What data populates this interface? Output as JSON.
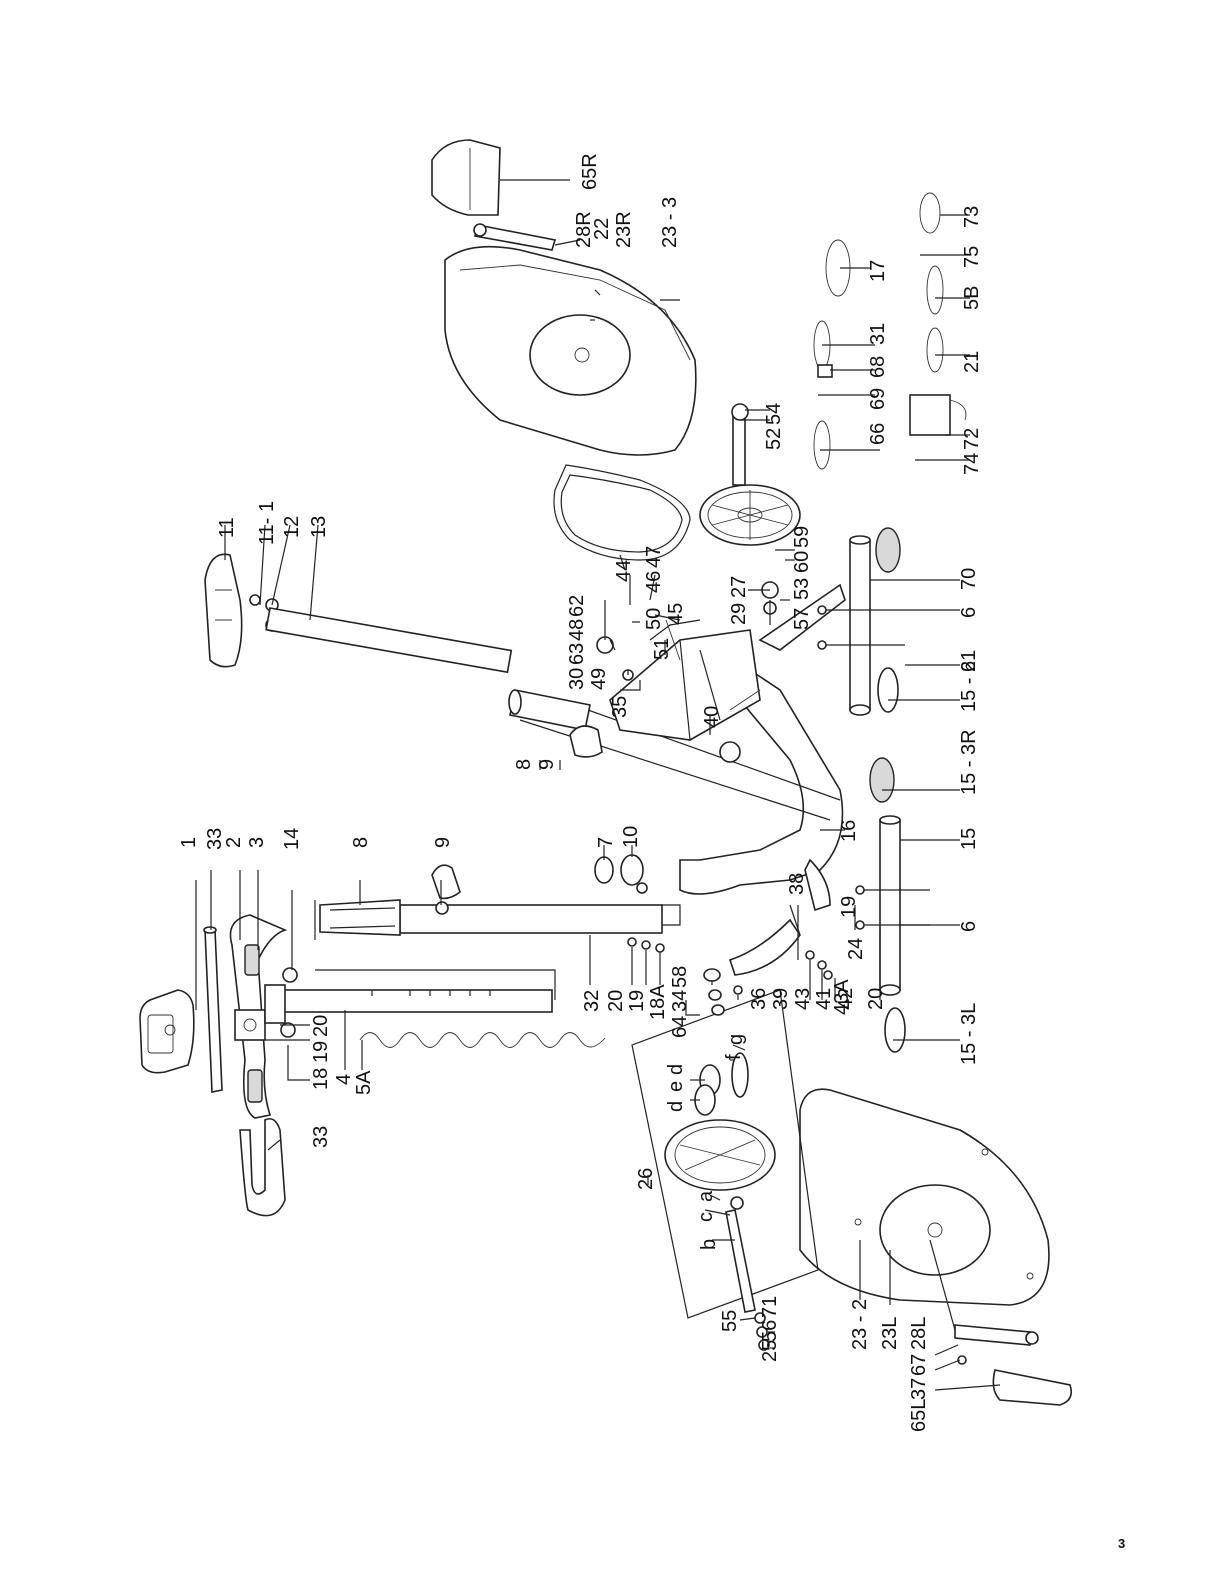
{
  "page_number": "3",
  "callouts": {
    "c1": "1",
    "c33a": "33",
    "c2": "2",
    "c3": "3",
    "c14": "14",
    "c8a": "8",
    "c9a": "9",
    "c7": "7",
    "c10": "10",
    "c20a": "20",
    "c19a": "19",
    "c18": "18",
    "c4": "4",
    "c5A": "5A",
    "c33b": "33",
    "c32": "32",
    "c20b": "20",
    "c19b": "19",
    "c18A": "18A",
    "c64": "64",
    "c34": "34",
    "c58": "58",
    "c36": "36",
    "c39": "39",
    "c43": "43",
    "c41": "41",
    "c42": "42",
    "c43A": "43A",
    "c24": "24",
    "c20c": "20",
    "c19c": "19",
    "c38": "38",
    "c26": "26",
    "ca": "a",
    "cb": "b",
    "cc": "c",
    "cd1": "d",
    "ce": "e",
    "cd2": "d",
    "cf": "f",
    "cg": "g",
    "c55": "55",
    "c56": "56",
    "c71": "71",
    "c25": "25",
    "c23_2": "23 - 2",
    "c23L": "23L",
    "c28L": "28L",
    "c67": "67",
    "c37": "37",
    "c65L": "65L",
    "c15_3L": "15 - 3L",
    "c6a": "6",
    "c15": "15",
    "c15_3R": "15 - 3R",
    "c16": "16",
    "c15_2": "15 - 2",
    "c61": "61",
    "c6b": "6",
    "c70": "70",
    "c8b": "8",
    "c9b": "9",
    "c35": "35",
    "c49": "49",
    "c30": "30",
    "c63": "63",
    "c48": "48",
    "c62": "62",
    "c51": "51",
    "c50": "50",
    "c45": "45",
    "c40": "40",
    "c11": "11",
    "c11_1": "11- 1",
    "c12": "12",
    "c13": "13",
    "c44": "44",
    "c46": "46",
    "c47": "47",
    "c29": "29",
    "c27": "27",
    "c57": "57",
    "c53": "53",
    "c60": "60",
    "c59": "59",
    "c52": "52",
    "c54": "54",
    "c23_3": "23 - 3",
    "c23R": "23R",
    "c22": "22",
    "c28R": "28R",
    "c65R": "65R",
    "c66": "66",
    "c69": "69",
    "c68": "68",
    "c31": "31",
    "c17": "17",
    "c74": "74",
    "c72": "72",
    "c21": "21",
    "c5B": "5B",
    "c75": "75",
    "c73": "73"
  }
}
